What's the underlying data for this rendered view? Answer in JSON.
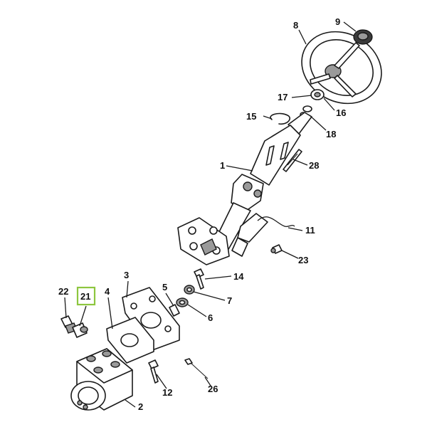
{
  "diagram": {
    "callouts": [
      {
        "id": "c1",
        "label": "1"
      },
      {
        "id": "c2",
        "label": "2"
      },
      {
        "id": "c3",
        "label": "3"
      },
      {
        "id": "c4",
        "label": "4"
      },
      {
        "id": "c5",
        "label": "5"
      },
      {
        "id": "c6",
        "label": "6"
      },
      {
        "id": "c7",
        "label": "7"
      },
      {
        "id": "c8",
        "label": "8"
      },
      {
        "id": "c9",
        "label": "9"
      },
      {
        "id": "c11",
        "label": "11"
      },
      {
        "id": "c12",
        "label": "12"
      },
      {
        "id": "c14",
        "label": "14"
      },
      {
        "id": "c15",
        "label": "15"
      },
      {
        "id": "c16",
        "label": "16"
      },
      {
        "id": "c17",
        "label": "17"
      },
      {
        "id": "c18",
        "label": "18"
      },
      {
        "id": "c21",
        "label": "21"
      },
      {
        "id": "c22",
        "label": "22"
      },
      {
        "id": "c23",
        "label": "23"
      },
      {
        "id": "c26",
        "label": "26"
      },
      {
        "id": "c28",
        "label": "28"
      }
    ],
    "highlighted_callout": "21",
    "highlight_color": "#8dc63f"
  }
}
